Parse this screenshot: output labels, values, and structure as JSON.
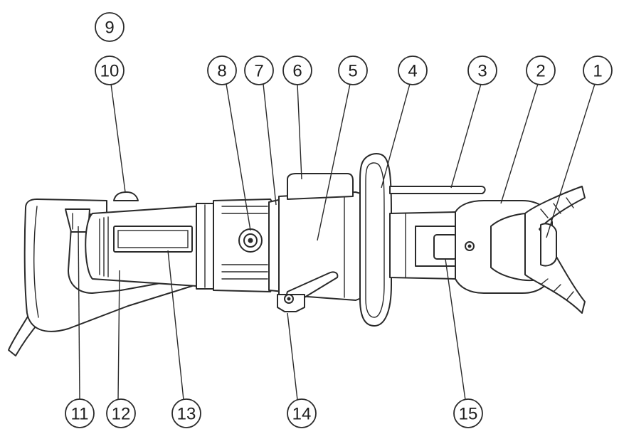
{
  "callouts": [
    {
      "label": "9"
    },
    {
      "label": "10"
    },
    {
      "label": "8"
    },
    {
      "label": "7"
    },
    {
      "label": "6"
    },
    {
      "label": "5"
    },
    {
      "label": "4"
    },
    {
      "label": "3"
    },
    {
      "label": "2"
    },
    {
      "label": "1"
    },
    {
      "label": "11"
    },
    {
      "label": "12"
    },
    {
      "label": "13"
    },
    {
      "label": "14"
    },
    {
      "label": "15"
    }
  ]
}
